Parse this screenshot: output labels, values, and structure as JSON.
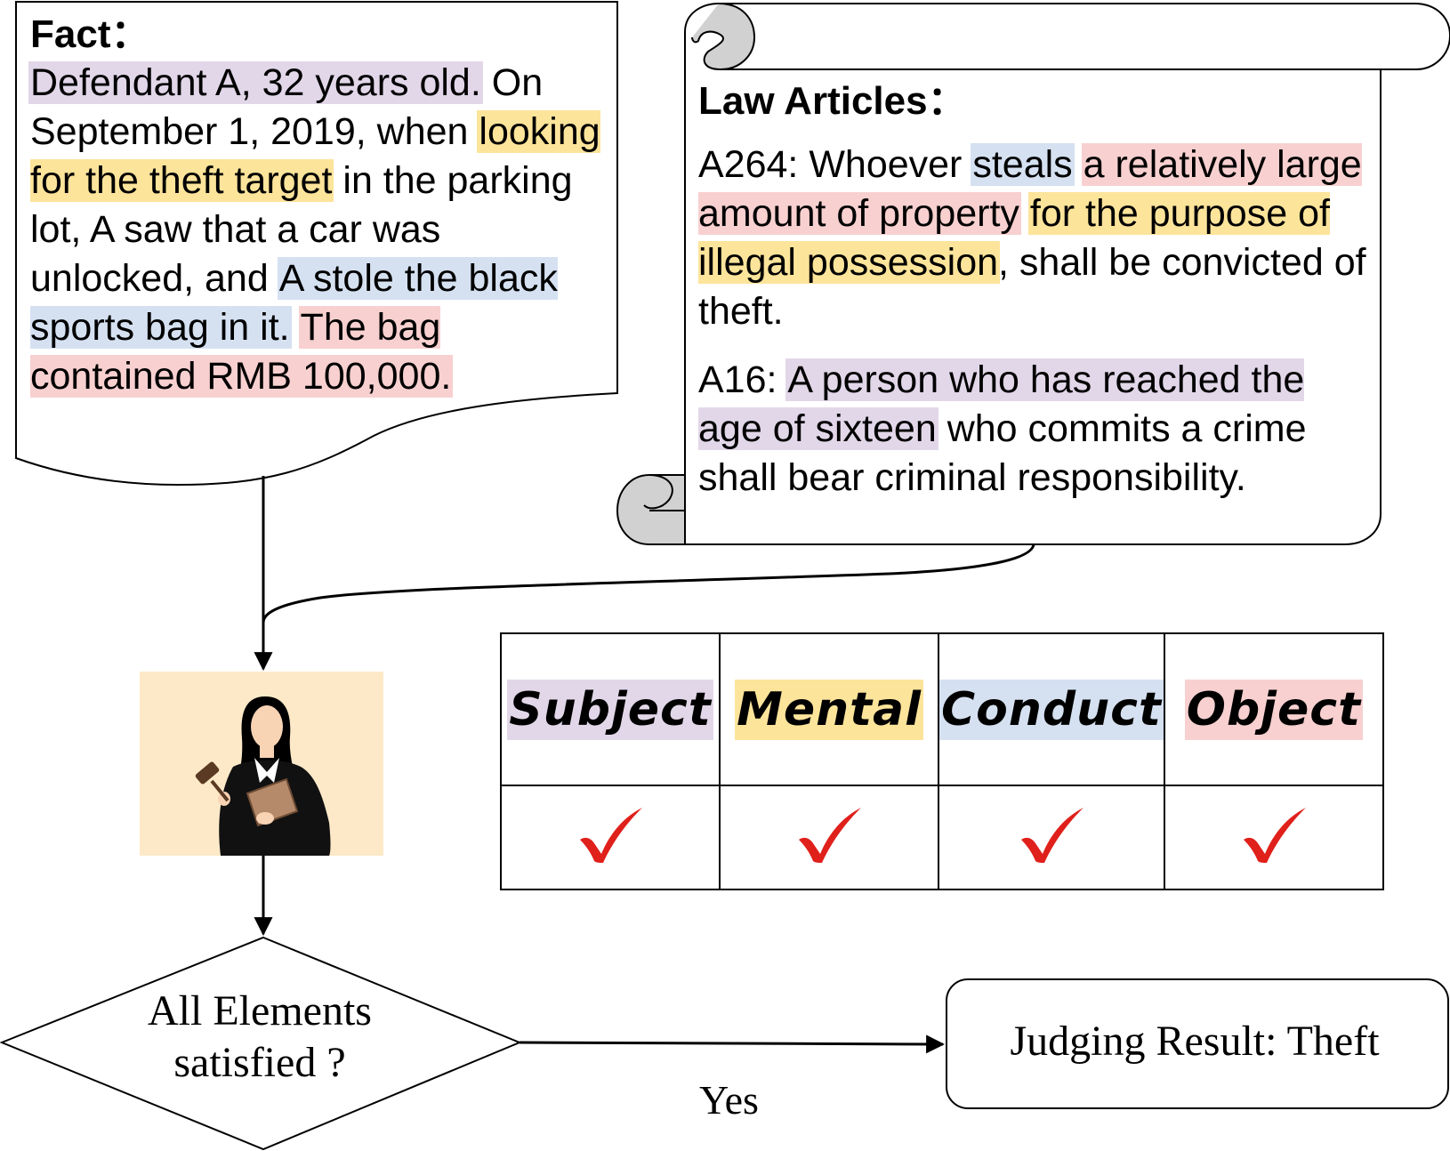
{
  "fact": {
    "title": "Fact：",
    "segments": [
      {
        "text": "Defendant A, 32 years old.",
        "element": "subject"
      },
      {
        "text": " On September 1, 2019, when ",
        "element": null
      },
      {
        "text": "looking for the theft target",
        "element": "mental"
      },
      {
        "text": " in the parking lot, A saw that a car was unlocked, and ",
        "element": null
      },
      {
        "text": "A stole the black sports bag in it.",
        "element": "conduct"
      },
      {
        "text": " ",
        "element": null
      },
      {
        "text": "The bag contained RMB 100,000.",
        "element": "object"
      }
    ]
  },
  "law_articles": {
    "title": "Law Articles：",
    "articles": [
      {
        "id": "A264",
        "segments": [
          {
            "text": "A264: Whoever ",
            "element": null
          },
          {
            "text": "steals",
            "element": "conduct"
          },
          {
            "text": " ",
            "element": null
          },
          {
            "text": "a relatively large amount of property",
            "element": "object"
          },
          {
            "text": " ",
            "element": null
          },
          {
            "text": "for the purpose of illegal possession",
            "element": "mental"
          },
          {
            "text": ", shall be convicted of theft.",
            "element": null
          }
        ]
      },
      {
        "id": "A16",
        "segments": [
          {
            "text": "A16: ",
            "element": null
          },
          {
            "text": "A person who has reached the age of sixteen",
            "element": "subject"
          },
          {
            "text": " who commits a crime shall bear criminal responsibility.",
            "element": null
          }
        ]
      }
    ]
  },
  "elements": [
    {
      "key": "subject",
      "label": "Subject",
      "satisfied": true
    },
    {
      "key": "mental",
      "label": "Mental",
      "satisfied": true
    },
    {
      "key": "conduct",
      "label": "Conduct",
      "satisfied": true
    },
    {
      "key": "object",
      "label": "Object",
      "satisfied": true
    }
  ],
  "colors": {
    "subject": "#e2d7e9",
    "mental": "#fde49b",
    "conduct": "#d5e1f1",
    "object": "#f8d0d0",
    "check": "#e0201b",
    "judge_bg": "#fde9c8"
  },
  "judge_icon": "judge-with-gavel-icon",
  "decision": {
    "question_line1": "All Elements",
    "question_line2": "satisfied ?",
    "yes_label": "Yes"
  },
  "result": {
    "text": "Judging Result: Theft"
  }
}
